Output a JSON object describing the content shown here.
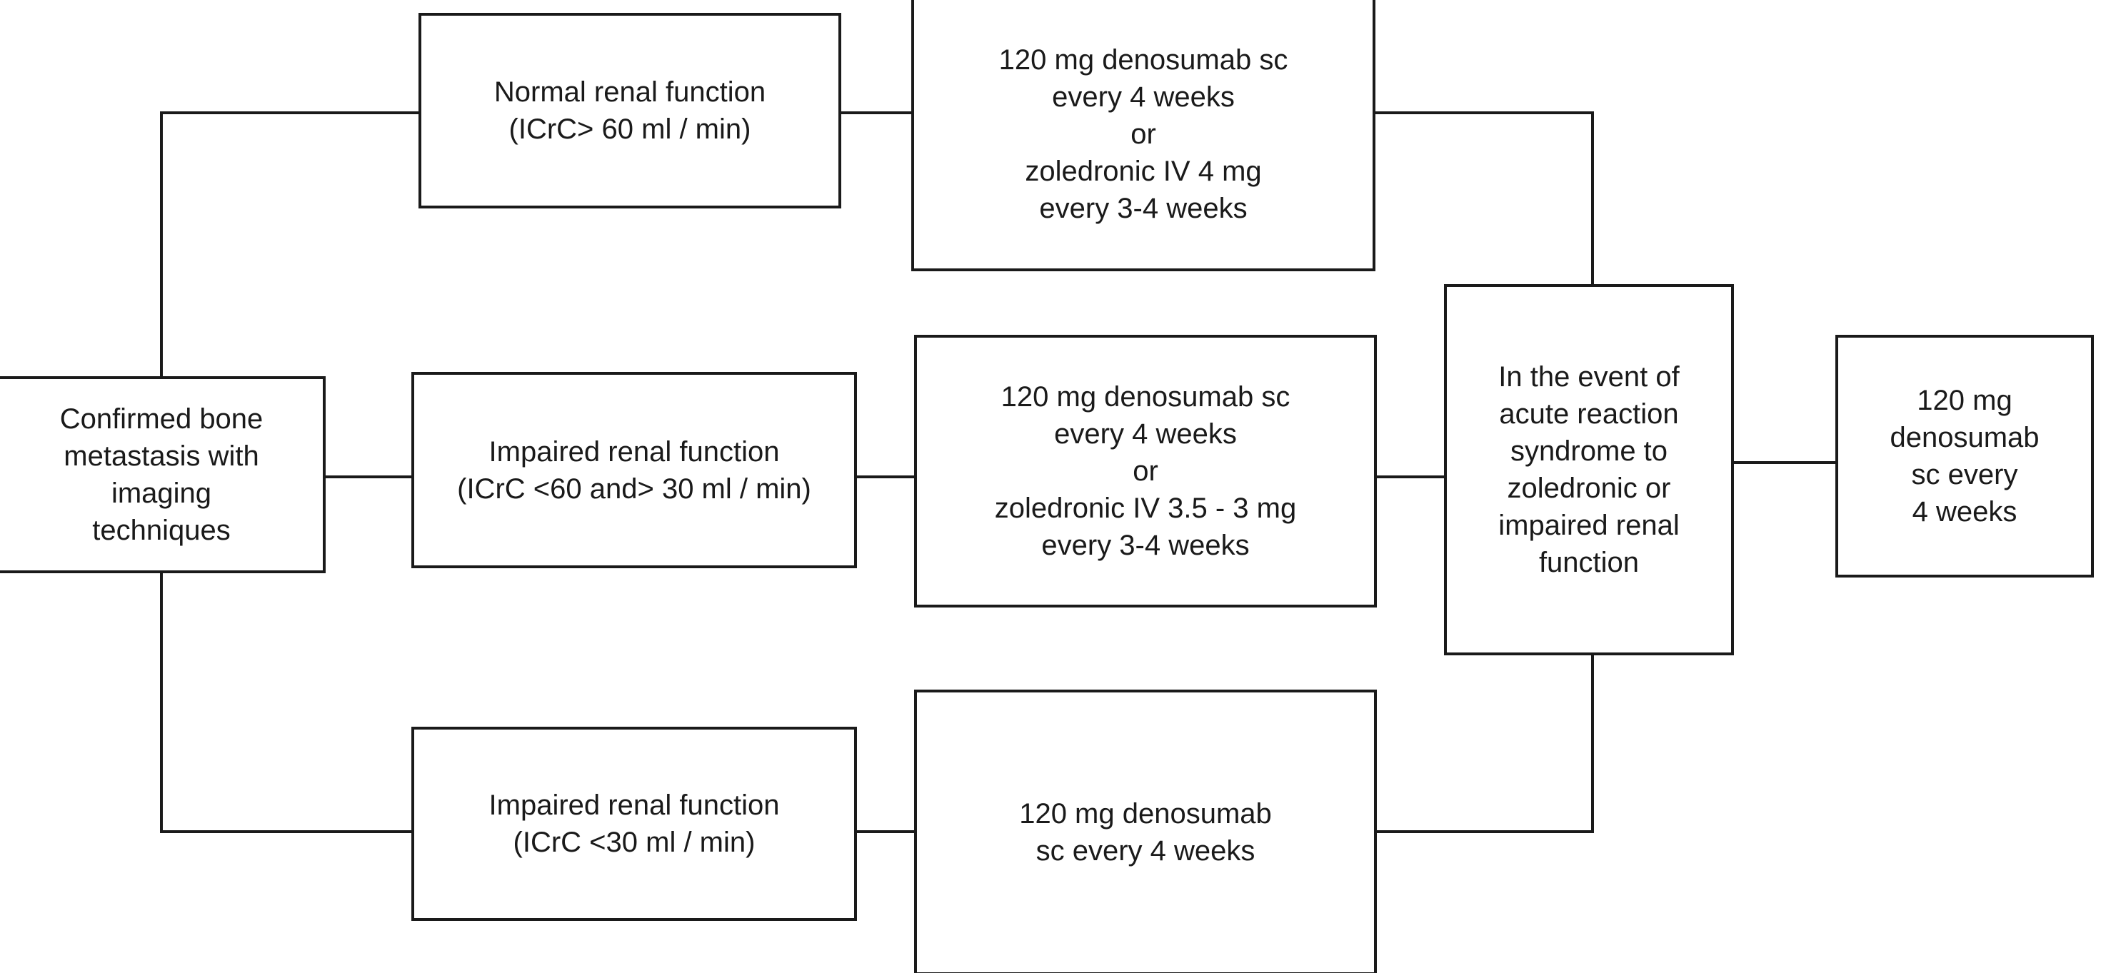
{
  "diagram": {
    "title": "Treatment algorithm for confirmed bone metastasis by renal function",
    "type": "flowchart",
    "background_color": "#ffffff",
    "line_color": "#1a1a1a",
    "text_color": "#1a1a1a"
  },
  "nodes": {
    "start": {
      "id": "start",
      "label": "Confirmed bone\nmetastasis with\nimaging\ntechniques"
    },
    "condition_normal": {
      "id": "condition-normal-renal",
      "label": "Normal renal function\n(ICrC> 60 ml / min)"
    },
    "condition_impaired_moderate": {
      "id": "condition-impaired-renal-moderate",
      "label": "Impaired renal function\n(ICrC <60 and> 30 ml / min)"
    },
    "condition_impaired_severe": {
      "id": "condition-impaired-renal-severe",
      "label": "Impaired renal function\n(ICrC <30 ml / min)"
    },
    "treatment_normal": {
      "id": "treatment-normal-renal",
      "label": "120 mg denosumab sc\nevery 4 weeks\nor\nzoledronic IV 4 mg\nevery 3-4 weeks"
    },
    "treatment_impaired_moderate": {
      "id": "treatment-impaired-renal-moderate",
      "label": "120 mg denosumab sc\nevery 4 weeks\nor\nzoledronic IV 3.5 - 3 mg\nevery 3-4 weeks"
    },
    "treatment_impaired_severe": {
      "id": "treatment-impaired-renal-severe",
      "label": "120 mg denosumab\nsc every 4 weeks"
    },
    "adverse_event": {
      "id": "adverse-event-condition",
      "label": "In the event of\nacute reaction\nsyndrome to\nzoledronic or\nimpaired renal\nfunction"
    },
    "final_treatment": {
      "id": "final-treatment",
      "label": "120 mg\ndenosumab\nsc every\n4 weeks"
    }
  },
  "edges": [
    {
      "from": "start",
      "to": "condition_normal"
    },
    {
      "from": "start",
      "to": "condition_impaired_moderate"
    },
    {
      "from": "start",
      "to": "condition_impaired_severe"
    },
    {
      "from": "condition_normal",
      "to": "treatment_normal"
    },
    {
      "from": "condition_impaired_moderate",
      "to": "treatment_impaired_moderate"
    },
    {
      "from": "condition_impaired_severe",
      "to": "treatment_impaired_severe"
    },
    {
      "from": "treatment_normal",
      "to": "adverse_event"
    },
    {
      "from": "treatment_impaired_moderate",
      "to": "adverse_event"
    },
    {
      "from": "treatment_impaired_severe",
      "to": "adverse_event"
    },
    {
      "from": "adverse_event",
      "to": "final_treatment"
    }
  ]
}
